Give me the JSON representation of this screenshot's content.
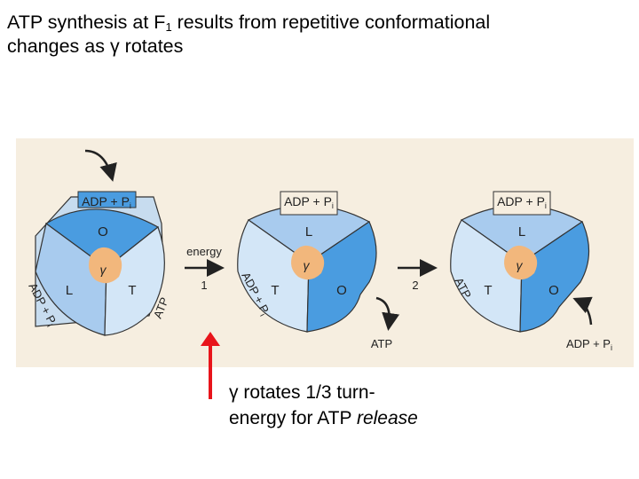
{
  "title": {
    "line1_pre": "ATP synthesis at F",
    "line1_sub": "1",
    "line1_post": " results from repetitive conformational",
    "line2": "changes as γ rotates"
  },
  "states": [
    {
      "top_label": "ADP + P",
      "top_sub": "i",
      "site_top": "O",
      "site_left": "L",
      "site_right": "T",
      "left_edge_label": "ADP + P",
      "left_edge_sub": "i",
      "right_edge_label": "ATP",
      "gamma": "γ"
    },
    {
      "top_label": "ADP + P",
      "top_sub": "i",
      "site_top": "L",
      "site_left": "T",
      "site_right": "O",
      "left_edge_label": "ADP + P",
      "left_edge_sub": "i",
      "gamma": "γ"
    },
    {
      "top_label": "ADP + P",
      "top_sub": "i",
      "site_top": "L",
      "site_left": "T",
      "site_right": "O",
      "left_edge_label": "ATP",
      "gamma": "γ"
    }
  ],
  "step1": {
    "label": "energy",
    "number": "1"
  },
  "step2": {
    "number": "2"
  },
  "atp_release_label": "ATP",
  "adp_binding_label": "ADP + P",
  "adp_binding_sub": "i",
  "caption": {
    "line1": "γ rotates 1/3 turn-",
    "line2_pre": "energy for ATP ",
    "line2_italic": "release"
  },
  "colors": {
    "panel_bg": "#f6eee0",
    "open_site": "#4a9ce0",
    "loose_site": "#a8cbee",
    "tight_site": "#d3e6f7",
    "gamma": "#f2b77c",
    "outline": "#333333",
    "red_arrow": "#e8141b"
  },
  "icons": [
    "curved-arrow-icon",
    "right-arrow-icon",
    "red-up-arrow-icon"
  ]
}
